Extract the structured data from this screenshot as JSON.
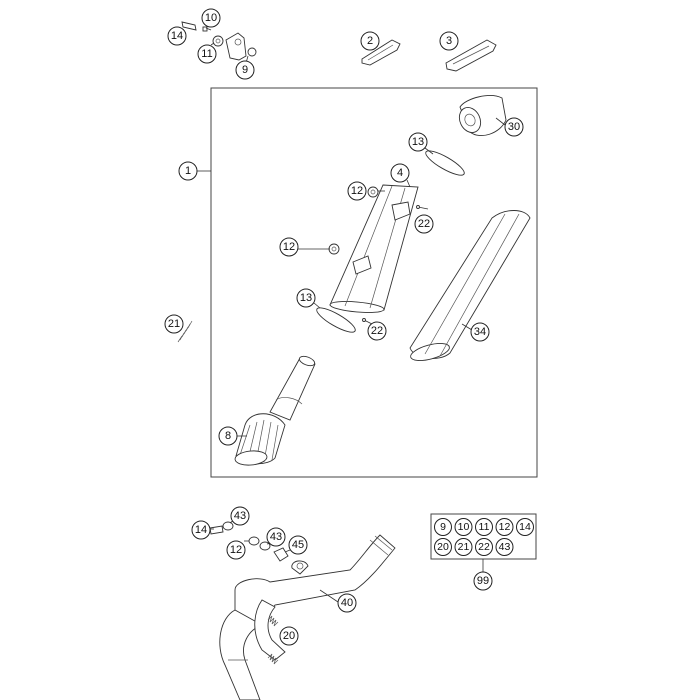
{
  "callouts": {
    "c14a": "14",
    "c10": "10",
    "c11": "11",
    "c9": "9",
    "c2": "2",
    "c3": "3",
    "c30": "30",
    "c1": "1",
    "c13a": "13",
    "c4": "4",
    "c12a": "12",
    "c22a": "22",
    "c12b": "12",
    "c21": "21",
    "c13b": "13",
    "c22b": "22",
    "c34": "34",
    "c8": "8",
    "c43a": "43",
    "c14b": "14",
    "c43b": "43",
    "c12c": "12",
    "c45": "45",
    "c40": "40",
    "c20": "20",
    "c99": "99"
  },
  "kit": {
    "row1": [
      "9",
      "10",
      "11",
      "12",
      "14"
    ],
    "row2": [
      "20",
      "21",
      "22",
      "43"
    ]
  }
}
